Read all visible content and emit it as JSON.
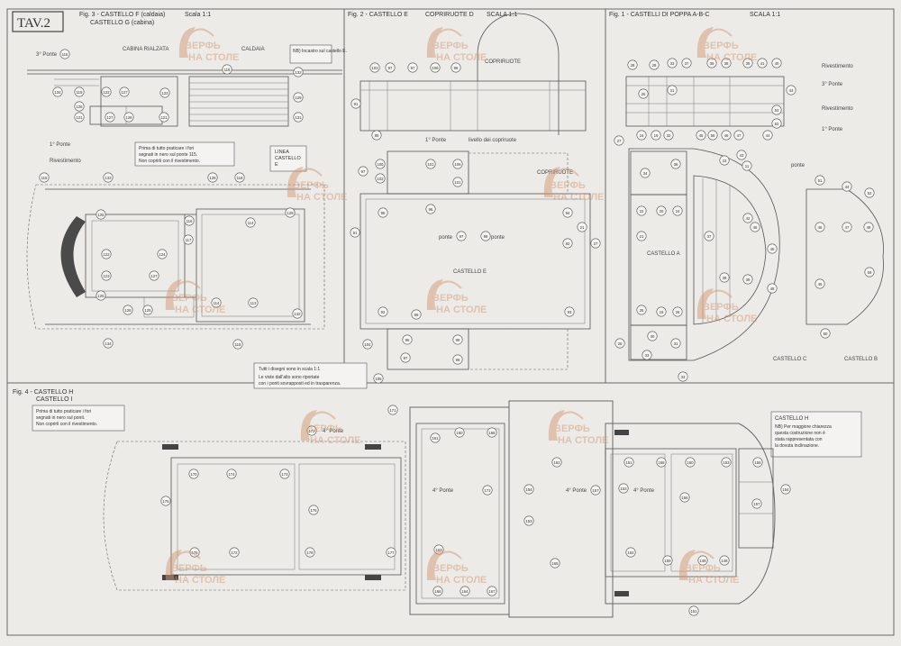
{
  "sheet": {
    "title": "TAV.2",
    "watermark": "ВЕРФЬ НА СТОЛЕ"
  },
  "fig3": {
    "title": "Fig. 3 - CASTELLO F (caldaia)",
    "subtitle": "CASTELLO G (cabina)",
    "scale": "Scala 1:1",
    "label_cabina": "CABINA RIALZATA",
    "label_caldaia": "CALDAIA",
    "label_ponte3": "3° Ponte",
    "label_ponte1": "1° Ponte",
    "label_rivestimento": "Rivestimento",
    "note_nb": "NB) Incastro sul castello E.",
    "note_fori": [
      "Prima di tutto praticare i fori",
      "segnati in nero sul ponte 115.",
      "Non coprirli con il rivestimento."
    ],
    "label_linea": [
      "LINEA",
      "CASTELLO",
      "E"
    ],
    "numbers": [
      "118",
      "134",
      "119",
      "122",
      "127",
      "123",
      "126",
      "121",
      "128",
      "131",
      "120",
      "115",
      "133",
      "129",
      "116",
      "126",
      "124",
      "122",
      "125",
      "121",
      "117",
      "114",
      "130",
      "116",
      "123",
      "127",
      "125",
      "113",
      "132",
      "134",
      "118"
    ]
  },
  "fig2": {
    "title": "Fig. 2 - CASTELLO E",
    "coperture": "COPRIRUOTE D",
    "scale": "SCALA 1:1",
    "label_copriruote": "COPRIRUOTE",
    "label_ponte1": "1° Ponte",
    "label_livello": "livello dei copriruote",
    "label_copriruote2": "COPRIRUOTE",
    "label_castello": "CASTELLO E",
    "label_ponte": "ponte",
    "note": [
      "Tutti i disegni sono in scala 1:1",
      "Le viste dall'alto sono riportate",
      "con i ponti sovrapposti ed in trasparenza."
    ]
  },
  "fig1": {
    "title": "Fig. 1 - CASTELLI DI POPPA A-B-C",
    "scale": "SCALA 1:1",
    "label_rivestimento": "Rivestimento",
    "label_ponte3": "3° Ponte",
    "label_ponte1": "1° Ponte",
    "label_ponte": "ponte",
    "label_castello_a": "CASTELLO A",
    "label_castello_c": "CASTELLO C",
    "label_castello_b": "CASTELLO B"
  },
  "fig4": {
    "title": "Fig. 4 - CASTELLO H",
    "subtitle": "CASTELLO I",
    "note": [
      "Prima di tutto praticare i fori",
      "segnati in nero sul ponti.",
      "Non coprirli con il rivestimento."
    ],
    "label_ponte4": "4° Ponte",
    "castello_h_title": "CASTELLO H",
    "castello_h_note": [
      "NB) Per maggiore chiarezza",
      "questa costruzione non è",
      "stata rappresentata con",
      "la dovuta inclinazione."
    ]
  }
}
